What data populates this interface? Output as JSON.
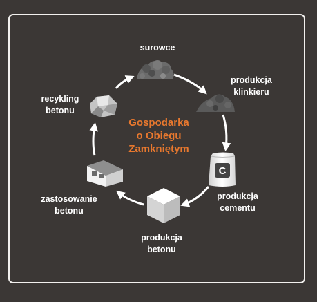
{
  "center": {
    "line1": "Gospodarka",
    "line2": "o Obiegu",
    "line3": "Zamkniętym"
  },
  "stages": [
    {
      "id": "surowce",
      "line1": "surowce",
      "line2": "",
      "icon": "raw-materials-pile-icon"
    },
    {
      "id": "produkcja-klinkieru",
      "line1": "produkcja",
      "line2": "klinkieru",
      "icon": "clinker-pile-icon"
    },
    {
      "id": "produkcja-cementu",
      "line1": "produkcja",
      "line2": "cementu",
      "icon": "cement-bag-icon"
    },
    {
      "id": "produkcja-betonu",
      "line1": "produkcja",
      "line2": "betonu",
      "icon": "concrete-cube-icon"
    },
    {
      "id": "zastosowanie-betonu",
      "line1": "zastosowanie",
      "line2": "betonu",
      "icon": "house-icon"
    },
    {
      "id": "recykling-betonu",
      "line1": "recykling",
      "line2": "betonu",
      "icon": "concrete-rubble-icon"
    }
  ],
  "cement_bag_letter": "C",
  "colors": {
    "background": "#3b3735",
    "frame": "#f2f0ee",
    "accent": "#e8782e",
    "text": "#ffffff",
    "arrow": "#ffffff"
  }
}
